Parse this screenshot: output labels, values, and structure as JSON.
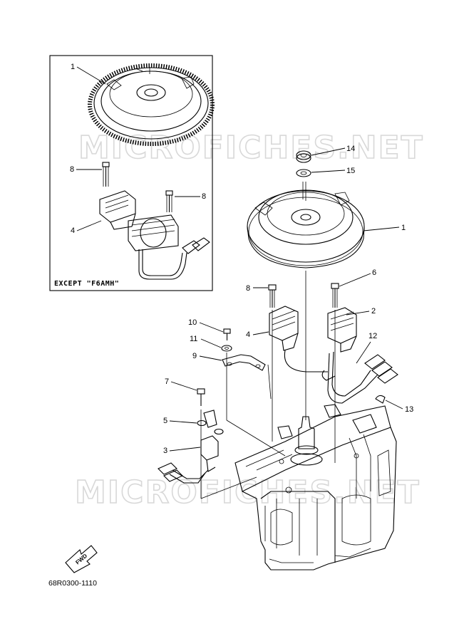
{
  "watermark": {
    "top": "MICROFICHES.NET",
    "bottom": "MICROFICHES.NET"
  },
  "inset": {
    "caption": "EXCEPT \"F6AMH\"",
    "callouts": [
      "1",
      "8",
      "8",
      "4"
    ]
  },
  "callouts": {
    "c1": "1",
    "c2": "2",
    "c3": "3",
    "c4": "4",
    "c5": "5",
    "c6": "6",
    "c7": "7",
    "c8": "8",
    "c9": "9",
    "c10": "10",
    "c11": "11",
    "c12": "12",
    "c13": "13",
    "c14": "14",
    "c15": "15"
  },
  "fwd_label": "FWD",
  "diagram_code": "68R0300-1110"
}
